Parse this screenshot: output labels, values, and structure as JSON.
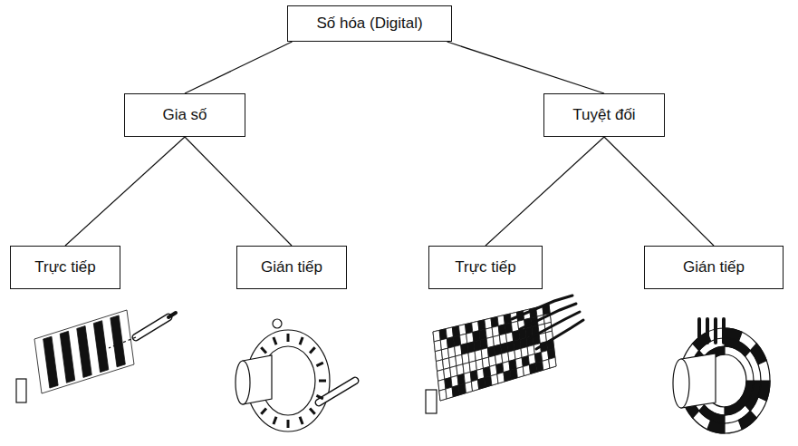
{
  "diagram": {
    "nodes": [
      {
        "text": [
          "Số hóa (Digital)"
        ]
      },
      {
        "text": [
          "Gia số"
        ]
      },
      {
        "text": [
          "Tuyệt đối"
        ]
      },
      {
        "text": [
          "Trực tiếp"
        ]
      },
      {
        "text": [
          "Gián tiếp"
        ]
      },
      {
        "text": [
          "Trực tiếp"
        ]
      },
      {
        "text": [
          "Gián tiếp"
        ]
      }
    ],
    "edges": [
      {
        "from": 0,
        "to": 1,
        "arrow": "none"
      },
      {
        "from": 0,
        "to": 2,
        "arrow": "none"
      },
      {
        "from": 1,
        "to": 3,
        "arrow": "none"
      },
      {
        "from": 1,
        "to": 4,
        "arrow": "none"
      },
      {
        "from": 2,
        "to": 5,
        "arrow": "none"
      },
      {
        "from": 2,
        "to": 6,
        "arrow": "none"
      }
    ]
  }
}
